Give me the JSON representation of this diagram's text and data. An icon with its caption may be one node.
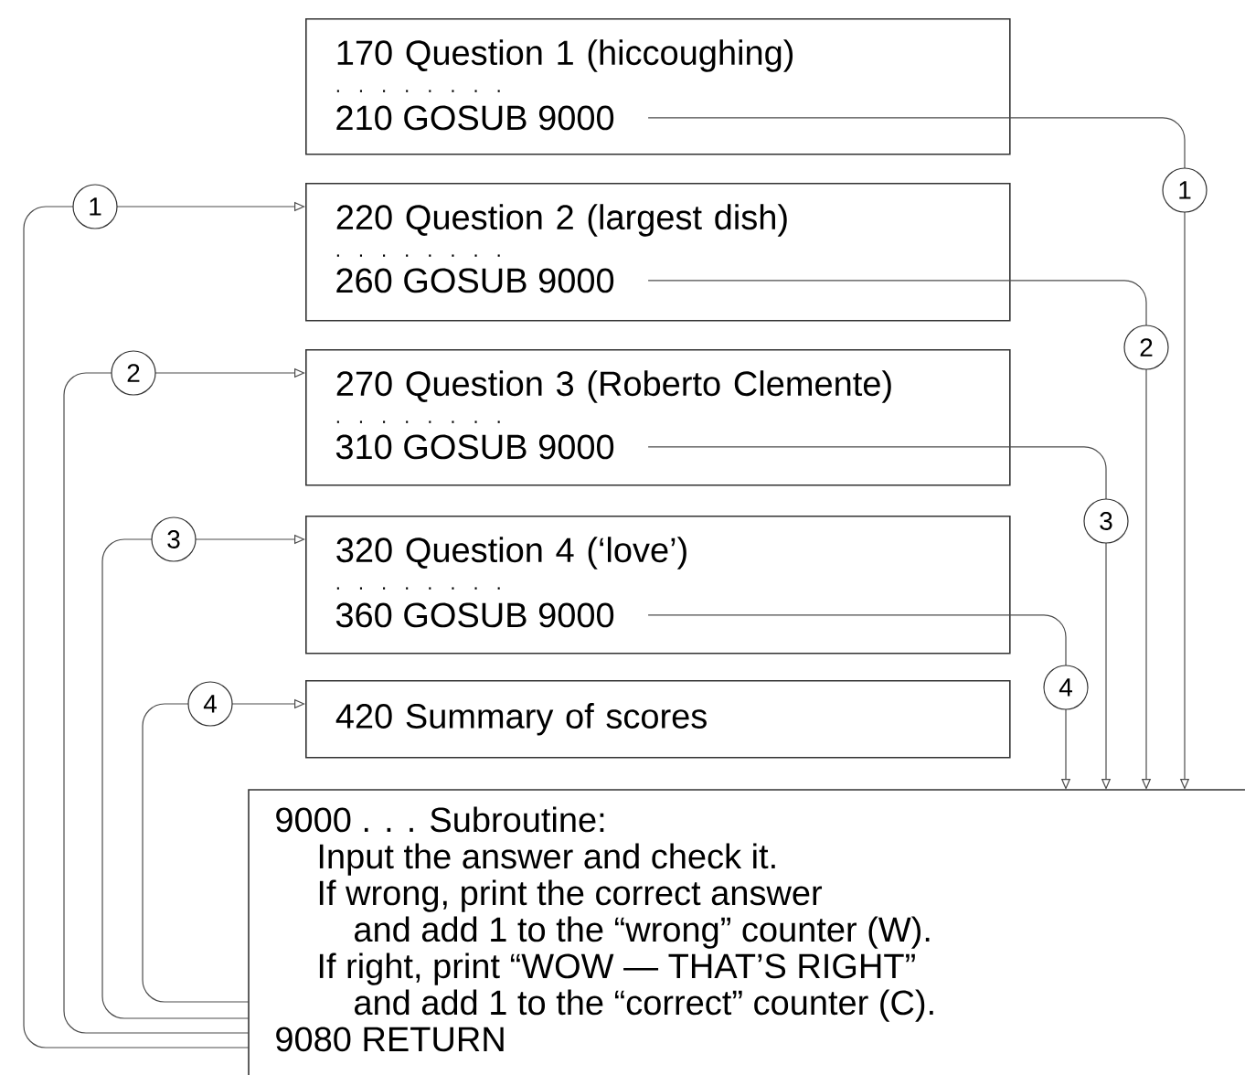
{
  "diagram": {
    "nodes": [
      {
        "text": [
          "170 Question 1 (hiccoughing)",
          ". . . . . . . ."
        ]
      },
      {
        "text": [
          "210 GOSUB 9000"
        ],
        "in": 0
      },
      {
        "text": [
          "220 Question 2 (largest dish)",
          ". . . . . . . ."
        ]
      },
      {
        "text": [
          "260 GOSUB 9000"
        ],
        "in": 2
      },
      {
        "text": [
          "270 Question 3 (Roberto Clemente)",
          ". . . . . . . ."
        ]
      },
      {
        "text": [
          "310 GOSUB 9000"
        ],
        "in": 4
      },
      {
        "text": [
          "320 Question 4 (‘love’)",
          ". . . . . . . ."
        ]
      },
      {
        "text": [
          "360 GOSUB 9000"
        ],
        "in": 6
      },
      {
        "text": [
          "420 Summary of scores"
        ]
      },
      {
        "text": [
          "9000 . . . Subroutine:",
          "Input the answer and check it.",
          "If wrong, print the correct answer and add 1 to the “wrong” counter (W).",
          "If right, print “WOW — THAT’S RIGHT” and add 1 to the “correct” counter (C).",
          "9080 RETURN"
        ]
      }
    ],
    "edges": [
      {
        "from": 1,
        "to": 9,
        "arrow": "to",
        "label": "1"
      },
      {
        "from": 3,
        "to": 9,
        "arrow": "to",
        "label": "2"
      },
      {
        "from": 5,
        "to": 9,
        "arrow": "to",
        "label": "3"
      },
      {
        "from": 7,
        "to": 9,
        "arrow": "to",
        "label": "4"
      },
      {
        "from": 9,
        "to": 2,
        "arrow": "to",
        "label": "1"
      },
      {
        "from": 9,
        "to": 4,
        "arrow": "to",
        "label": "2"
      },
      {
        "from": 9,
        "to": 6,
        "arrow": "to",
        "label": "3"
      },
      {
        "from": 9,
        "to": 8,
        "arrow": "to",
        "label": "4"
      }
    ]
  }
}
